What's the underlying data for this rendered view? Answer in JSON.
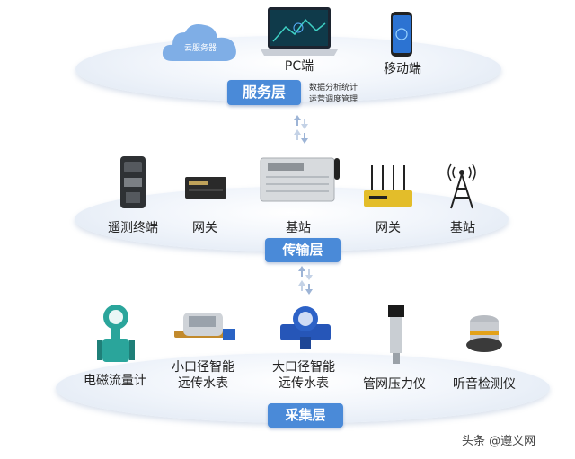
{
  "service_layer": {
    "badge": "服务层",
    "notes": [
      "数据分析统计",
      "运营调度管理"
    ],
    "cloud_label": "云服务器",
    "pc_label": "PC端",
    "mobile_label": "移动端"
  },
  "transport_layer": {
    "badge": "传输层",
    "devices": [
      "遥测终端",
      "网关",
      "基站",
      "网关",
      "基站"
    ]
  },
  "collection_layer": {
    "badge": "采集层",
    "devices": [
      [
        "电磁流量计"
      ],
      [
        "小口径智能",
        "远传水表"
      ],
      [
        "大口径智能",
        "远传水表"
      ],
      [
        "管网压力仪"
      ],
      [
        "听音检测仪"
      ]
    ]
  },
  "watermark": "头条 @遵义网",
  "colors": {
    "badge": "#4a8ad8",
    "cloud": "#7faee6",
    "device_teal": "#2aa59b",
    "device_blue": "#2656b8"
  }
}
